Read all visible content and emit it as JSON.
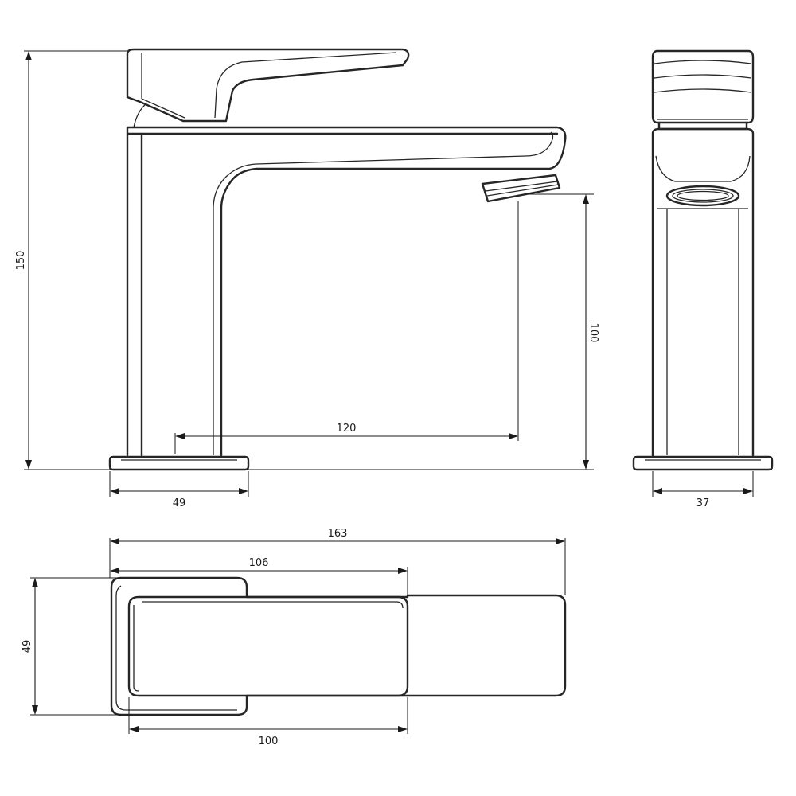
{
  "dimensions": {
    "overall_height": "150",
    "spout_height": "100",
    "spout_reach": "120",
    "base_width_front": "49",
    "base_width_side": "37",
    "total_length_top": "163",
    "lever_length_top": "106",
    "depth_top": "49",
    "body_length_top": "100"
  }
}
